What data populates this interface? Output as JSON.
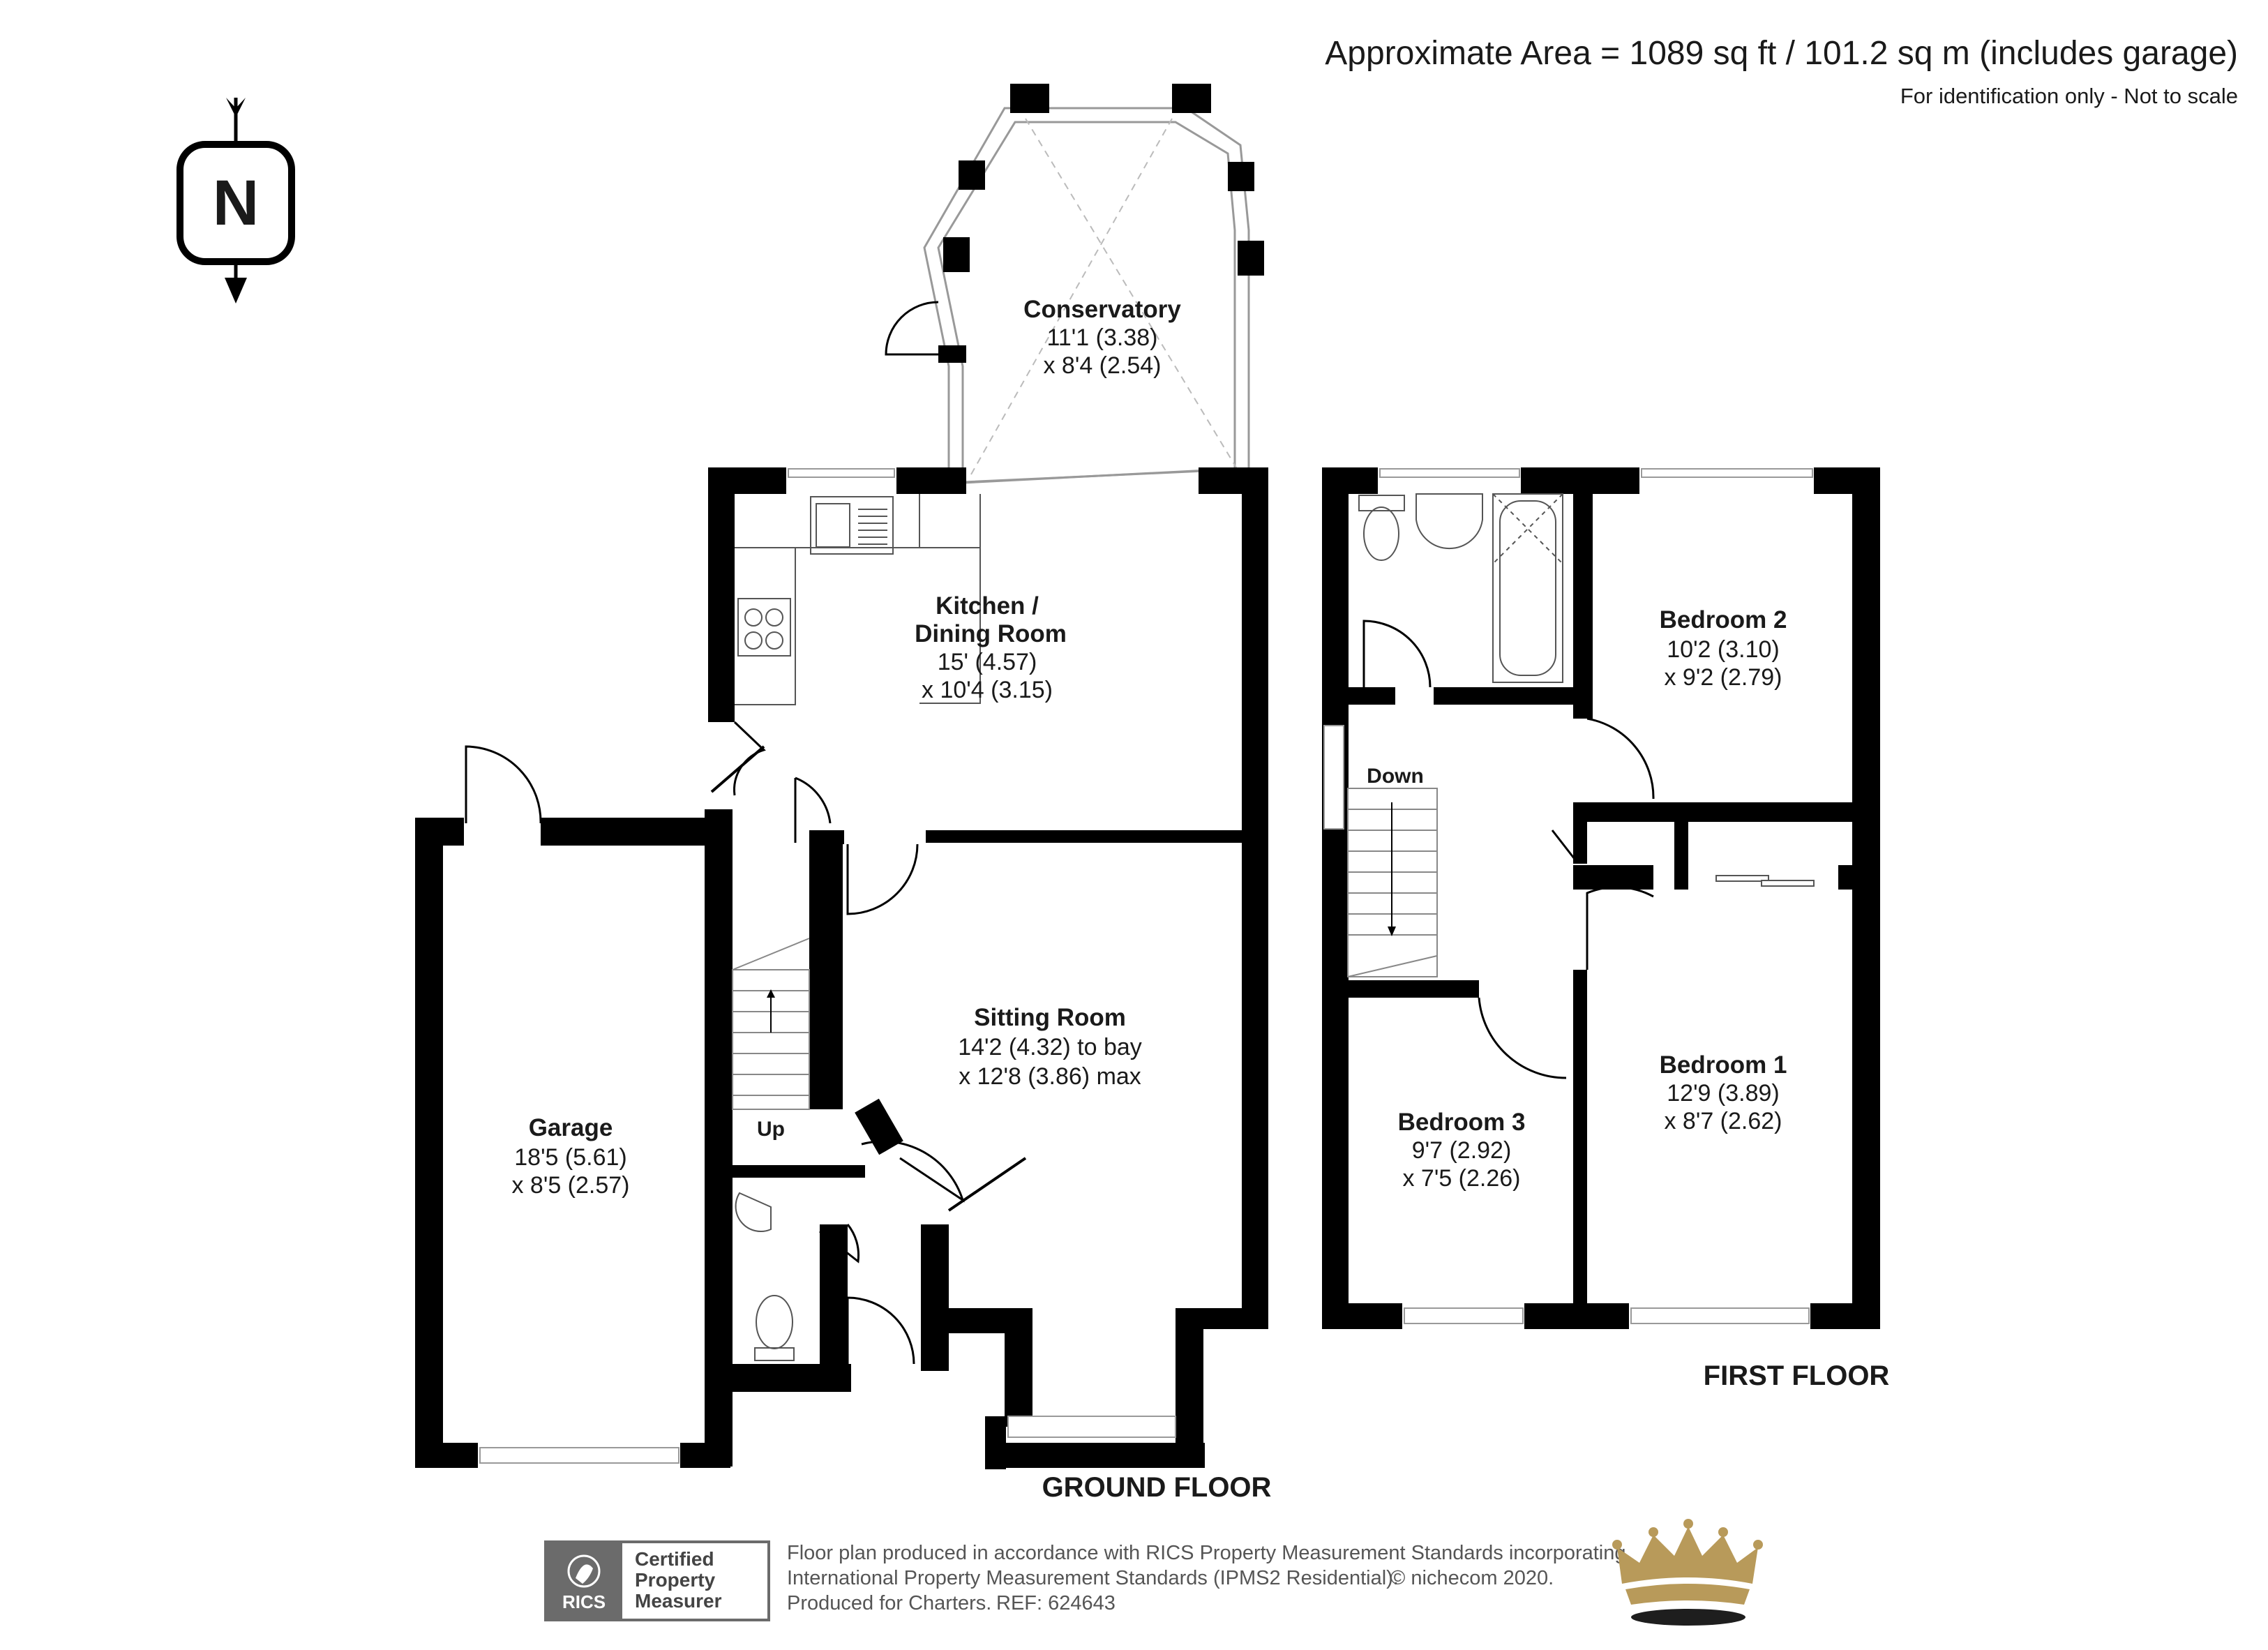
{
  "header": {
    "area": "Approximate Area = 1089 sq ft / 101.2 sq m (includes garage)",
    "disclaimer": "For identification only - Not to scale"
  },
  "compass": {
    "letter": "N",
    "icon": "north-arrow-icon"
  },
  "ground_floor": {
    "label": "GROUND FLOOR",
    "rooms": [
      {
        "name": "Conservatory",
        "dim1": "11'1 (3.38)",
        "dim2": "x 8'4 (2.54)"
      },
      {
        "name": "Kitchen /",
        "name2": "Dining Room",
        "dim1": "15' (4.57)",
        "dim2": "x 10'4 (3.15)"
      },
      {
        "name": "Sitting Room",
        "dim1": "14'2 (4.32) to bay",
        "dim2": "x 12'8 (3.86) max"
      },
      {
        "name": "Garage",
        "dim1": "18'5 (5.61)",
        "dim2": "x 8'5 (2.57)"
      }
    ],
    "stairs_label": "Up"
  },
  "first_floor": {
    "label": "FIRST FLOOR",
    "rooms": [
      {
        "name": "Bedroom 2",
        "dim1": "10'2 (3.10)",
        "dim2": "x 9'2 (2.79)"
      },
      {
        "name": "Bedroom 1",
        "dim1": "12'9 (3.89)",
        "dim2": "x 8'7 (2.62)"
      },
      {
        "name": "Bedroom 3",
        "dim1": "9'7 (2.92)",
        "dim2": "x 7'5 (2.26)"
      }
    ],
    "stairs_label": "Down"
  },
  "footer": {
    "rics_logo": "RICS",
    "cert_line1": "Certified",
    "cert_line2": "Property",
    "cert_line3": "Measurer",
    "text_line1": "Floor plan produced in accordance with RICS Property Measurement Standards incorporating",
    "text_line2": "International Property Measurement Standards (IPMS2 Residential).",
    "copyright": "© nichecom 2020.",
    "text_line3": "Produced for Charters.",
    "ref": "REF: 624643"
  },
  "colors": {
    "wall": "#000000",
    "crown_gold": "#B89A5A",
    "crown_dark": "#1e1e1e",
    "rics_grey": "#6b6b6b"
  }
}
